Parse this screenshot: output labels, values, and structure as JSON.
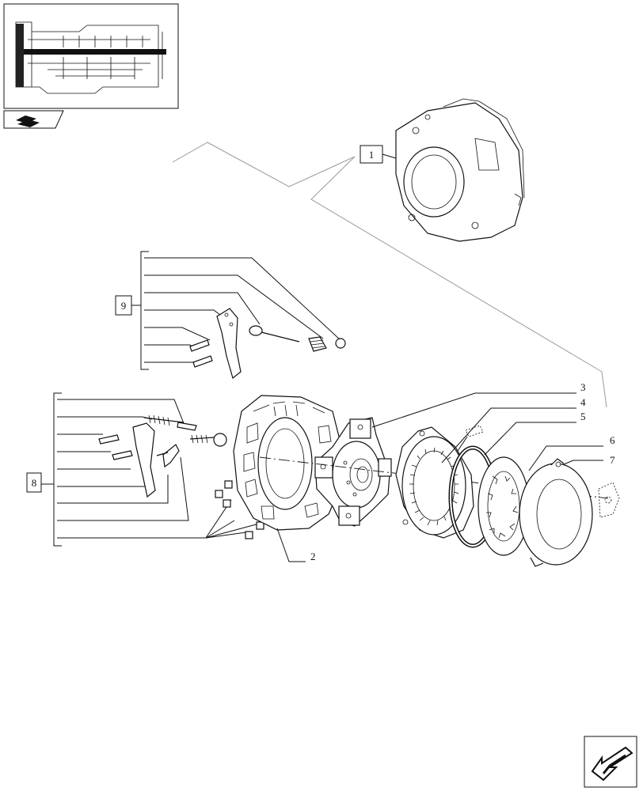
{
  "callouts": {
    "c1": "1",
    "c2": "2",
    "c3": "3",
    "c4": "4",
    "c5": "5",
    "c6": "6",
    "c7": "7",
    "c8": "8",
    "c9": "9"
  },
  "icons": {
    "thumbnail": "transmission-section-thumbnail",
    "book": "catalog-book-icon",
    "next": "next-page-arrow-icon"
  }
}
